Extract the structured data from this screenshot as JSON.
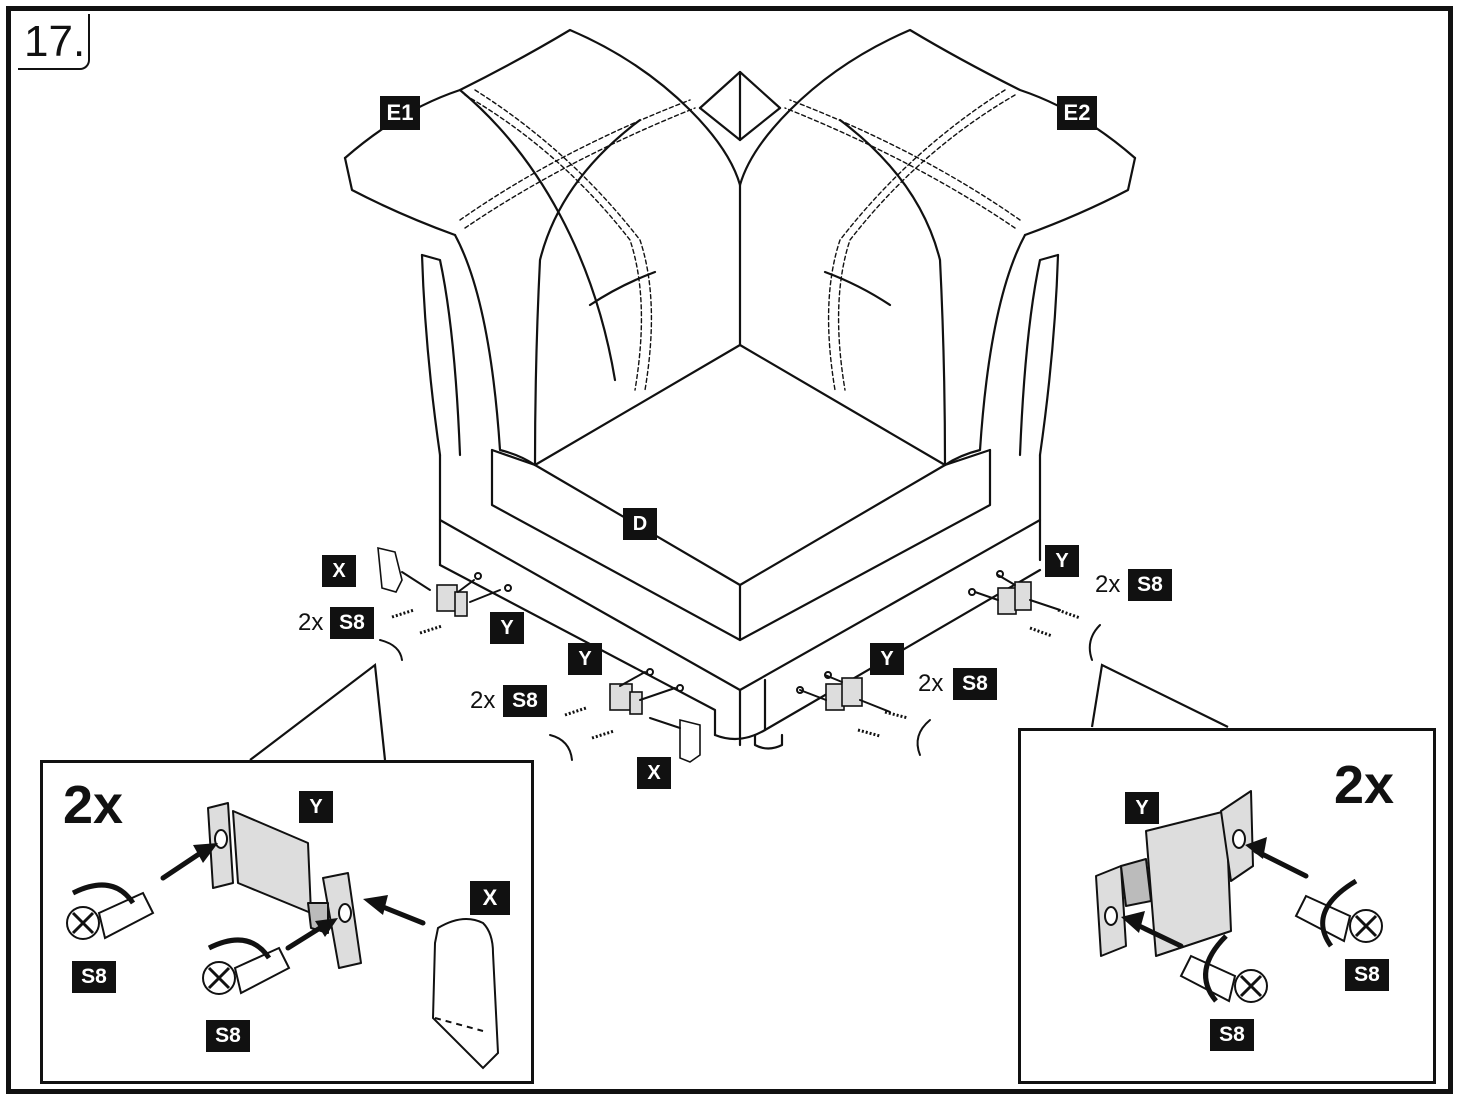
{
  "step": {
    "number": "17."
  },
  "parts": {
    "e1": "E1",
    "e2": "E2",
    "d": "D",
    "x": "X",
    "y": "Y",
    "s8": "S8"
  },
  "quantities": {
    "two_x": "2x"
  },
  "icons": [
    "screw-icon",
    "rotate-arrow-icon",
    "bracket-icon",
    "clip-icon",
    "insert-arrow-icon"
  ]
}
